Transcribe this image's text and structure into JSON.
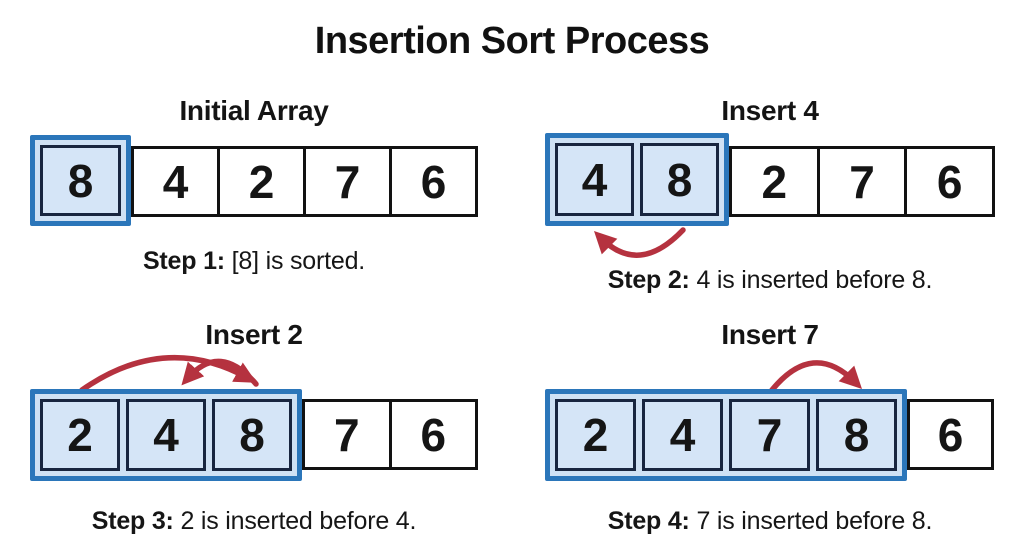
{
  "title": "Insertion Sort Process",
  "colors": {
    "background": "#FFFFFF",
    "highlight_border_blue": "#2B76BA",
    "highlight_fill_blue": "#D0E2F5",
    "inner_cell_border_navy": "#18253F",
    "plain_cell_border": "#121212",
    "arrow_red": "#B5323F",
    "text": "#161616"
  },
  "panels": [
    {
      "heading": "Initial Array",
      "cells": [
        "8",
        "4",
        "2",
        "7",
        "6"
      ],
      "sorted_count": 1,
      "caption_label": "Step 1:",
      "caption_text": "[8] is sorted."
    },
    {
      "heading": "Insert 4",
      "cells": [
        "4",
        "8",
        "2",
        "7",
        "6"
      ],
      "sorted_count": 2,
      "caption_label": "Step 2:",
      "caption_text": "4 is inserted before 8."
    },
    {
      "heading": "Insert 2",
      "cells": [
        "2",
        "4",
        "8",
        "7",
        "6"
      ],
      "sorted_count": 3,
      "caption_label": "Step 3:",
      "caption_text": "2 is inserted before 4."
    },
    {
      "heading": "Insert 7",
      "cells": [
        "2",
        "4",
        "7",
        "8",
        "6"
      ],
      "sorted_count": 4,
      "caption_label": "Step 4:",
      "caption_text": "7 is inserted before 8."
    }
  ]
}
